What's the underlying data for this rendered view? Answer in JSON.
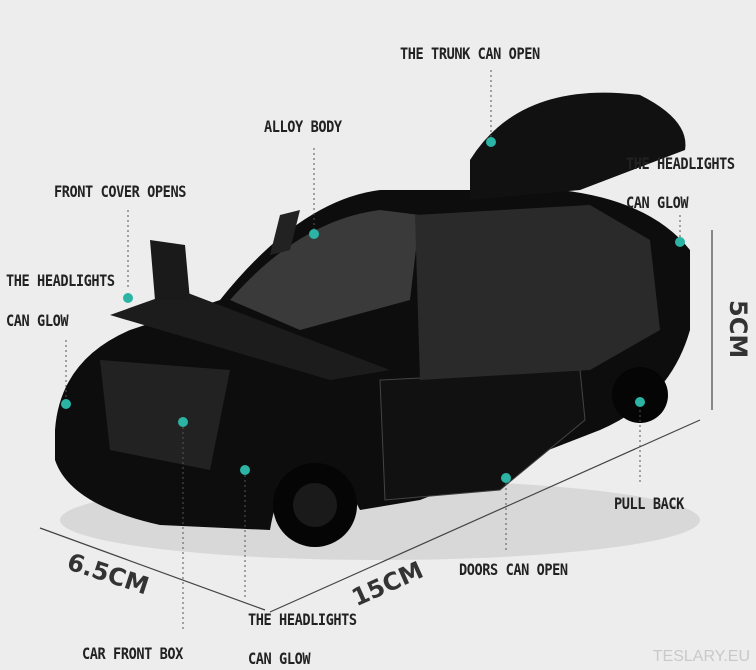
{
  "labels": {
    "trunk": "THE TRUNK CAN OPEN",
    "alloy": "ALLOY BODY",
    "front_cover": "FRONT COVER OPENS",
    "headlights_left_1": "THE HEADLIGHTS",
    "headlights_left_2": "CAN GLOW",
    "headlights_right_1": "THE HEADLIGHTS",
    "headlights_right_2": "CAN GLOW",
    "pull_back": "PULL BACK",
    "doors": "DOORS CAN OPEN",
    "headlights_bottom_1": "THE HEADLIGHTS",
    "headlights_bottom_2": "CAN GLOW",
    "front_box": "CAR FRONT BOX"
  },
  "dimensions": {
    "width": "6.5CM",
    "length": "15CM",
    "height": "5CM"
  },
  "watermark": "TESLARY.EU",
  "colors": {
    "background": "#ededed",
    "car": "#0d0d0d",
    "marker": "#2bb3a3"
  }
}
